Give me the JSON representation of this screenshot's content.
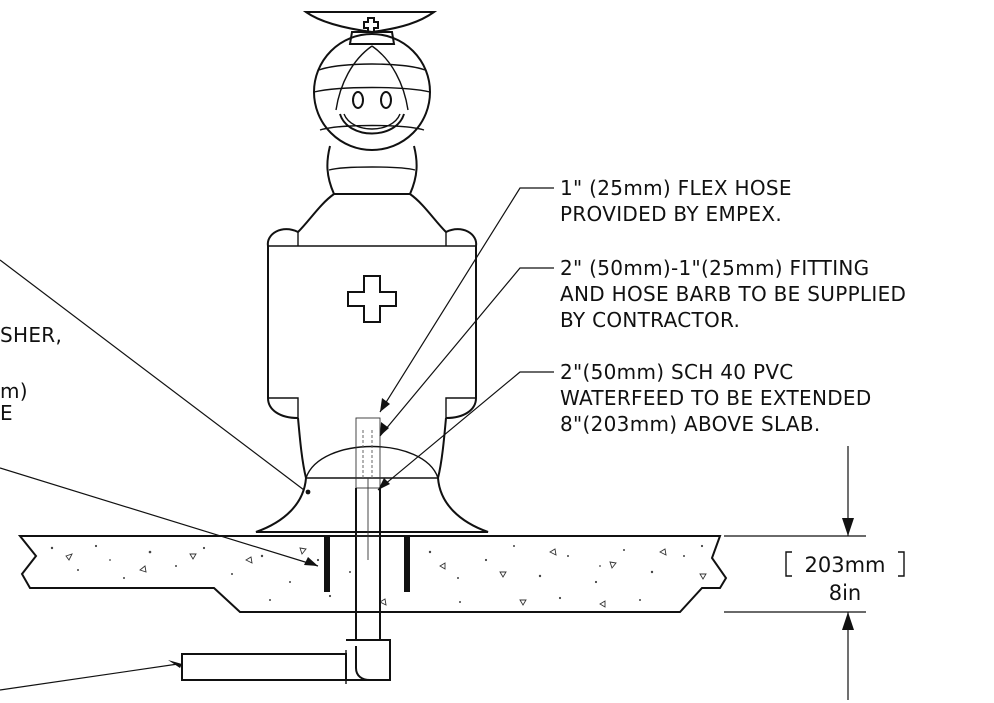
{
  "notes": {
    "flex_hose": [
      "1\" (25mm) FLEX HOSE",
      "PROVIDED BY EMPEX."
    ],
    "fitting": [
      "2\" (50mm)-1\"(25mm) FITTING",
      "AND HOSE BARB TO BE SUPPLIED",
      "BY CONTRACTOR."
    ],
    "waterfeed": [
      "2\"(50mm) SCH 40 PVC",
      "WATERFEED TO BE EXTENDED",
      "8\"(203mm) ABOVE SLAB."
    ],
    "left_partial": [
      "SHER,",
      "m)",
      "E"
    ]
  },
  "dimension": {
    "metric": "203mm",
    "imperial": "8in"
  }
}
